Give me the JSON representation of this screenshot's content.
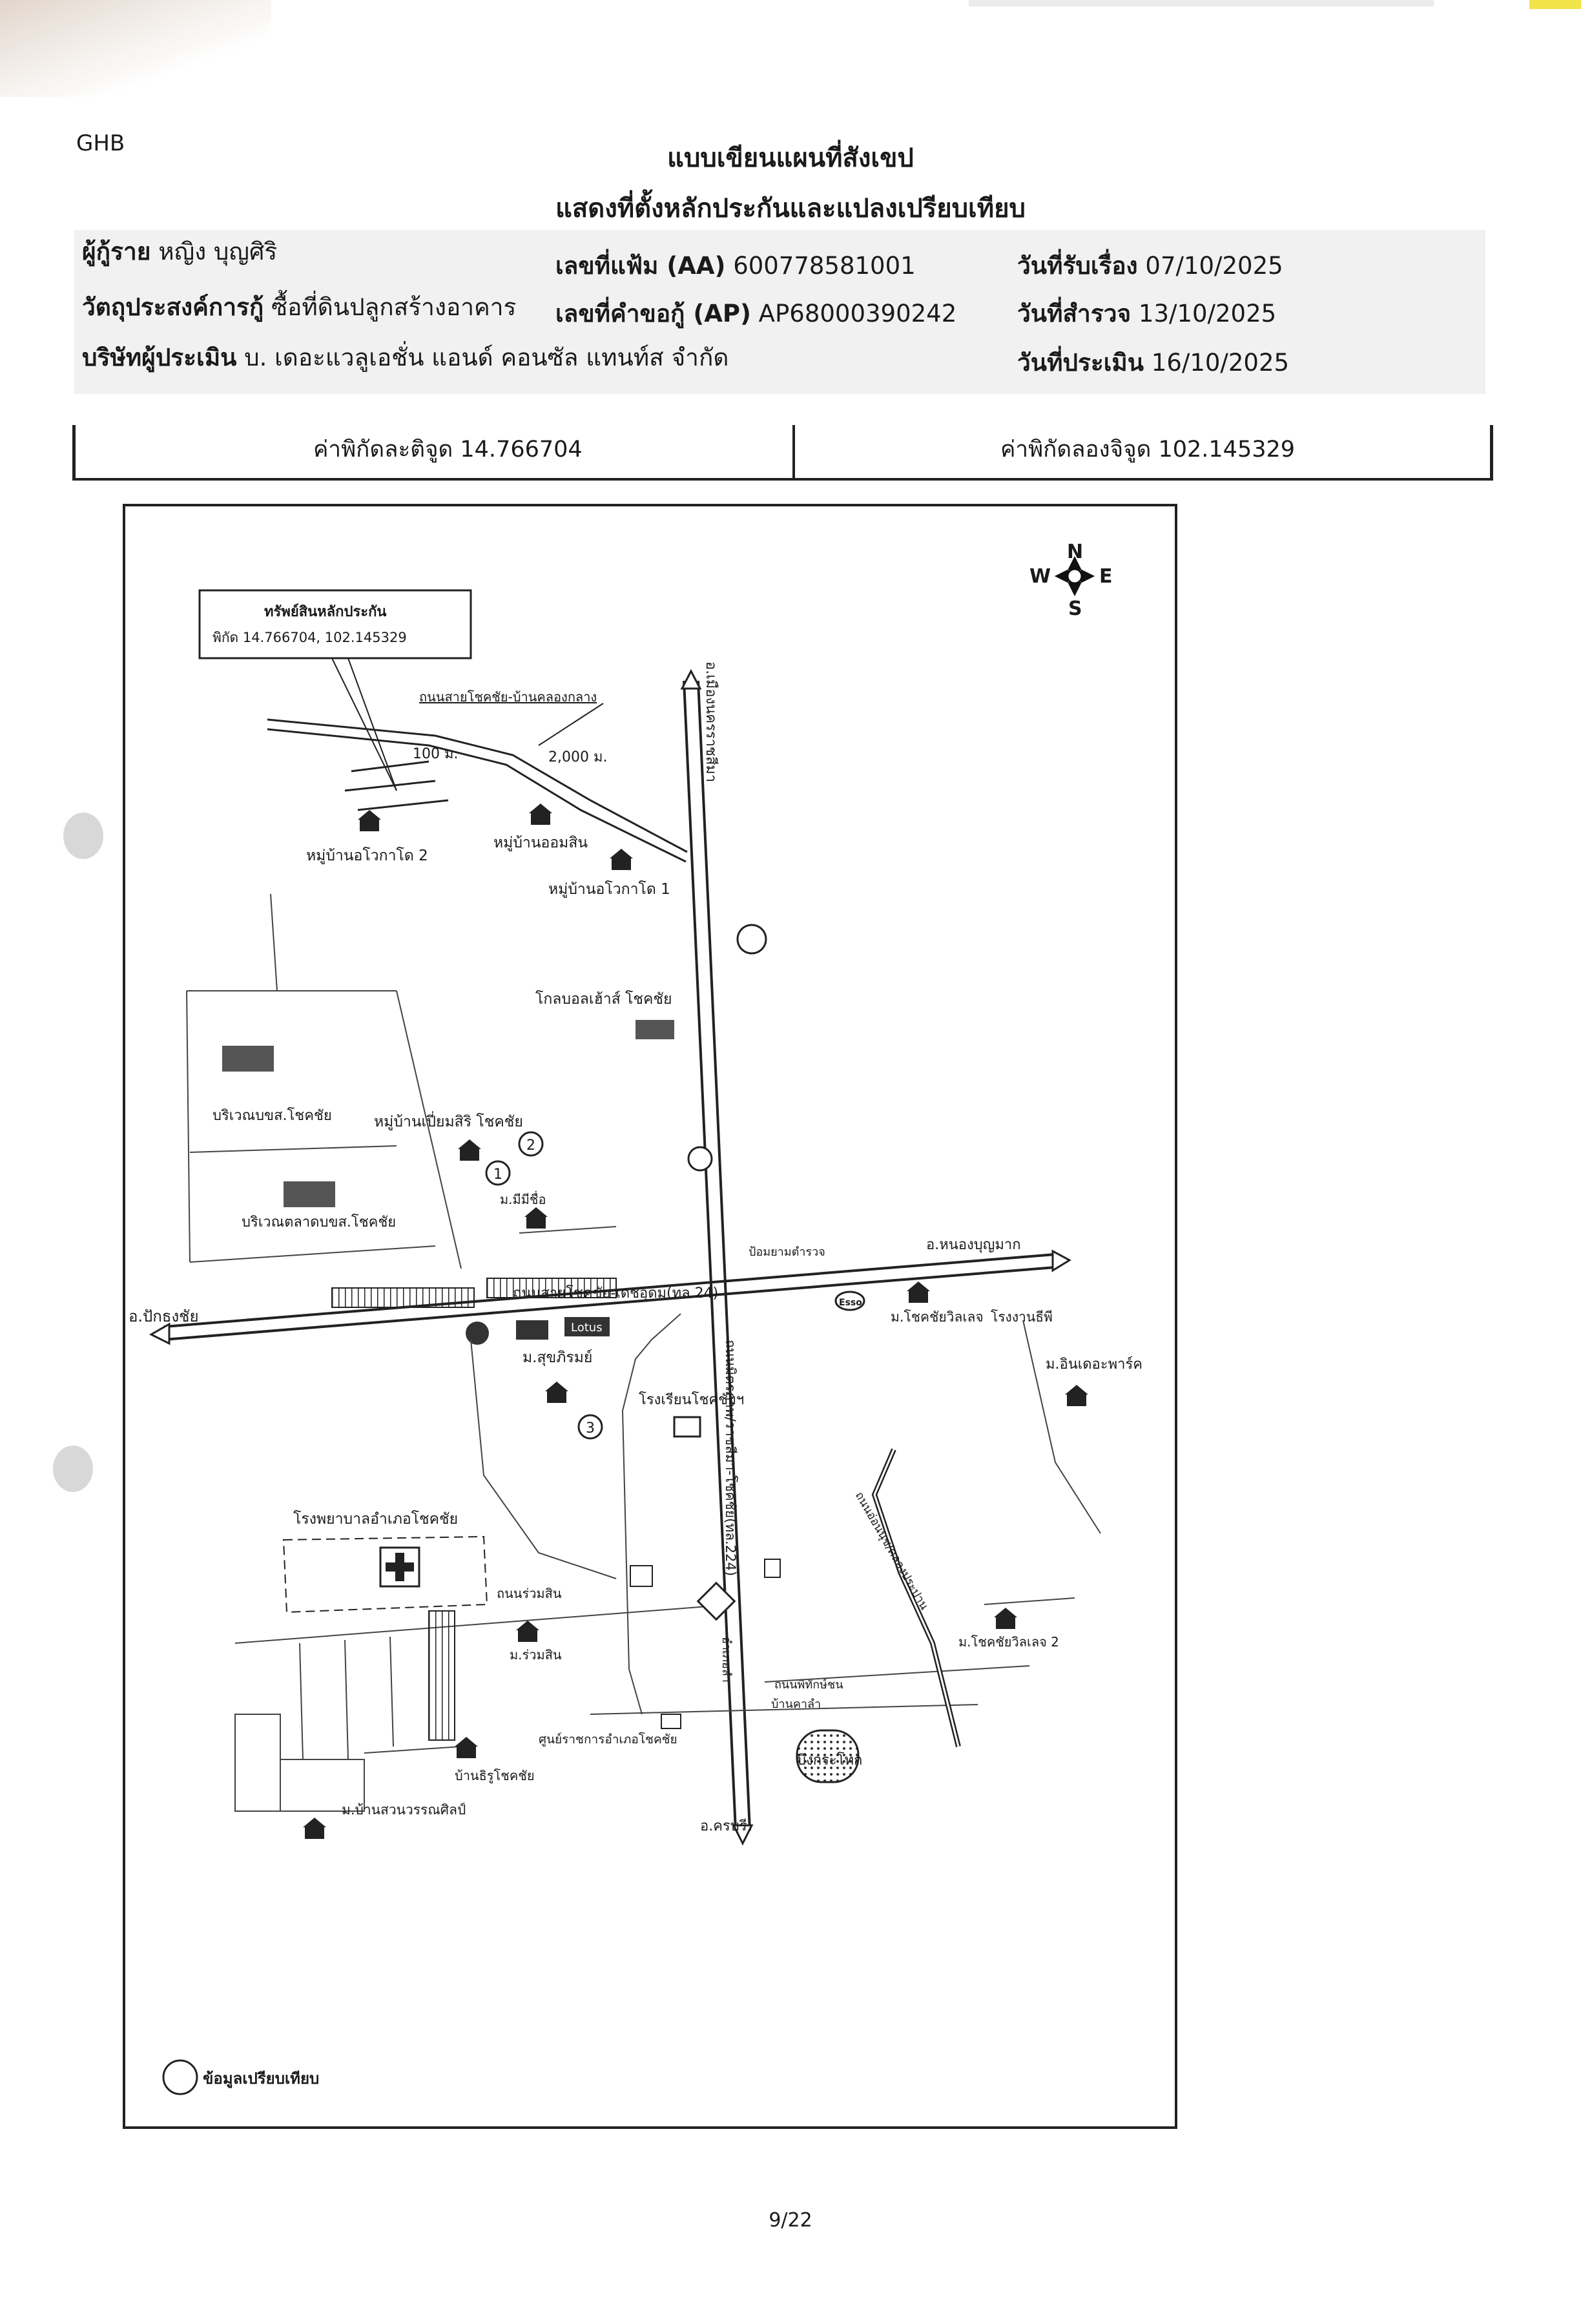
{
  "header": {
    "bank": "GHB",
    "title_line1": "แบบเขียนแผนที่สังเขป",
    "title_line2": "แสดงที่ตั้งหลักประกันและแปลงเปรียบเทียบ"
  },
  "info": {
    "borrower_label": "ผู้กู้ราย",
    "borrower_value": "หญิง บุญศิริ",
    "purpose_label": "วัตถุประสงค์การกู้",
    "purpose_value": "ซื้อที่ดินปลูกสร้างอาคาร",
    "appraiser_label": "บริษัทผู้ประเมิน",
    "appraiser_value": "บ. เดอะแวลูเอชั่น แอนด์ คอนซัล แทนท์ส จำกัด",
    "file_no_label": "เลขที่แฟ้ม (AA)",
    "file_no_value": "600778581001",
    "request_no_label": "เลขที่คำขอกู้ (AP)",
    "request_no_value": "AP68000390242",
    "received_label": "วันที่รับเรื่อง",
    "received_value": "07/10/2025",
    "survey_label": "วันที่สำรวจ",
    "survey_value": "13/10/2025",
    "appraisal_label": "วันที่ประเมิน",
    "appraisal_value": "16/10/2025"
  },
  "coords": {
    "latitude": "ค่าพิกัดละติจูด 14.766704",
    "longitude": "ค่าพิกัดลองจิจูด 102.145329"
  },
  "map": {
    "compass": {
      "n": "N",
      "s": "S",
      "e": "E",
      "w": "W"
    },
    "callout_title": "ทรัพย์สินหลักประกัน",
    "callout_coord": "พิกัด 14.766704, 102.145329",
    "labels": {
      "road_top": "ถนนสายโชคชัย-บ้านคลองกลาง",
      "dist_100": "100 ม.",
      "dist_2000": "2,000 ม.",
      "to_nakhon": "อ.เมืองนครราชสีมา",
      "village_okotako2": "หมู่บ้านอโวกาโด 2",
      "village_omsin": "หมู่บ้านออมสิน",
      "village_okotako1": "หมู่บ้านอโวกาโด 1",
      "global_house": "โกลบอลเฮ้าส์ โชคชัย",
      "bks_area": "บริเวณบขส.โชคชัย",
      "bks_market": "บริเวณตลาดบขส.โชคชัย",
      "village_pleamsiri": "หมู่บ้านเปี่ยมสิริ โชคชัย",
      "m_mee": "ม.มีมีชื่อ",
      "police_box": "ป้อมยามตำรวจ",
      "to_nongbunmak": "อ.หนองบุญมาก",
      "to_pakthongchai": "อ.ปักธงชัย",
      "road_main": "ถนนสายโชคชัย-เดชอุดม(ทล.24)",
      "road_mitraphap": "ถนนมิตรภาพ/ราชสีมา-โชคชัย(ทล.224)",
      "m_chokchai_village": "ม.โชคชัยวิลเลจ",
      "rongngan": "โรงงานธีพี",
      "m_in_the_park": "ม.อินเดอะพาร์ค",
      "m_sukprom": "ม.สุขภิรมย์",
      "school": "โรงเรียนโชคชัยฯ",
      "hospital": "โรงพยาบาลอำเภอโชคชัย",
      "road_ruamsin": "ถนนร่วมสิน",
      "m_ruamsin": "ม.ร่วมสิน",
      "road_ongkhot": "ถนนอ่อนนุช/คลองประปาน",
      "road_phitsanuphan": "ถนนพิทักษ์ชน",
      "m_chokchai_village2": "ม.โชคชัยวิลเลจ 2",
      "chanupa": "อำเภอลำ",
      "ban_kala": "บ้านคาลำ",
      "center": "ศูนย์ราชการอำเภอโชคชัย",
      "ban_chokchai": "บ้านธิรูโชคชัย",
      "bueng_kratok": "บึงกระโทก",
      "m_ban_suan": "ม.บ้านสวนวรรณศิลป์",
      "to_khonburi": "อ.ครบุรี",
      "lotus": "Lotus",
      "esso": "Esso",
      "marker1": "1",
      "marker2": "2",
      "marker3": "3"
    },
    "legend_label": "ข้อมูลเปรียบเทียบ"
  },
  "footer": {
    "page": "9/22"
  }
}
